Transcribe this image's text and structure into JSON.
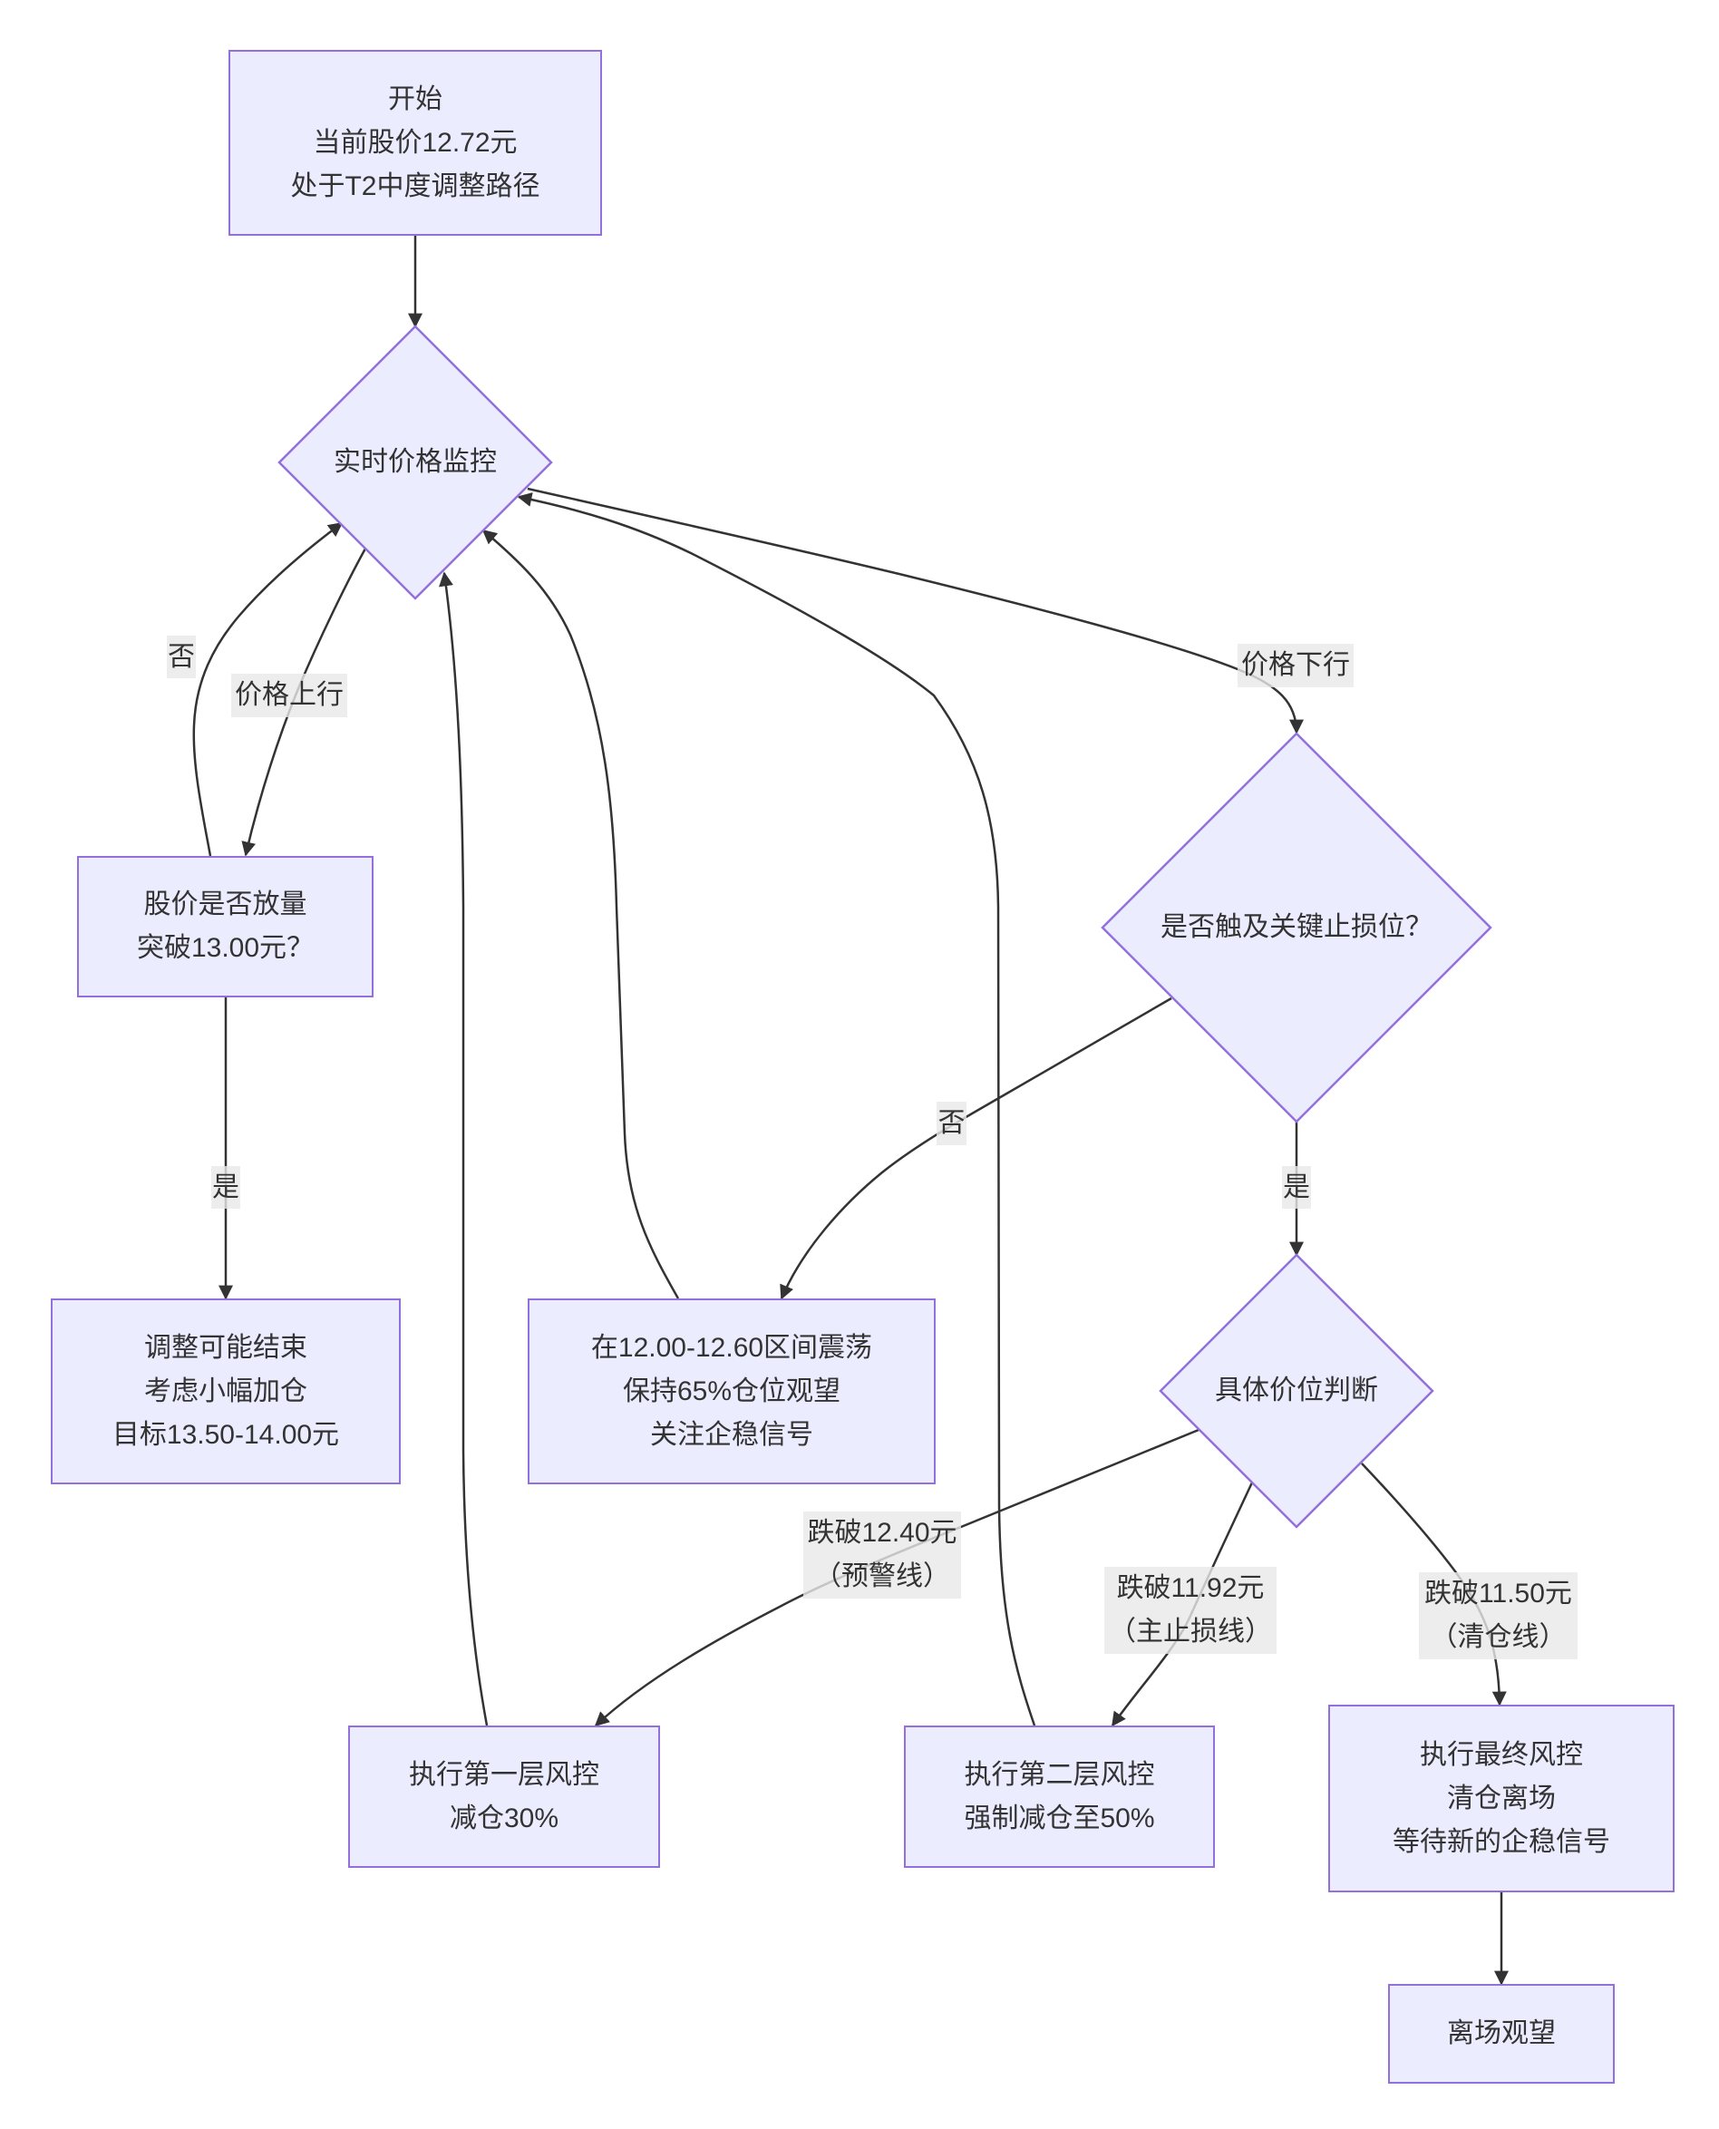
{
  "diagram": {
    "type": "flowchart",
    "nodes": [
      {
        "id": "start",
        "shape": "rect",
        "lines": [
          "开始",
          "当前股价12.72元",
          "处于T2中度调整路径"
        ]
      },
      {
        "id": "monitor",
        "shape": "diamond",
        "lines": [
          "实时价格监控"
        ]
      },
      {
        "id": "breakout_check",
        "shape": "rect",
        "lines": [
          "股价是否放量",
          "突破13.00元？"
        ]
      },
      {
        "id": "adjust_end",
        "shape": "rect",
        "lines": [
          "调整可能结束",
          "考虑小幅加仓",
          "目标13.50-14.00元"
        ]
      },
      {
        "id": "range_hold",
        "shape": "rect",
        "lines": [
          "在12.00-12.60区间震荡",
          "保持65%仓位观望",
          "关注企稳信号"
        ]
      },
      {
        "id": "stoploss_check",
        "shape": "diamond",
        "lines": [
          "是否触及关键止损位？"
        ]
      },
      {
        "id": "level_check",
        "shape": "diamond",
        "lines": [
          "具体价位判断"
        ]
      },
      {
        "id": "risk_level_1",
        "shape": "rect",
        "lines": [
          "执行第一层风控",
          "减仓30%"
        ]
      },
      {
        "id": "risk_level_2",
        "shape": "rect",
        "lines": [
          "执行第二层风控",
          "强制减仓至50%"
        ]
      },
      {
        "id": "risk_final",
        "shape": "rect",
        "lines": [
          "执行最终风控",
          "清仓离场",
          "等待新的企稳信号"
        ]
      },
      {
        "id": "exit_watch",
        "shape": "rect",
        "lines": [
          "离场观望"
        ]
      }
    ],
    "edges": [
      {
        "from": "start",
        "to": "monitor",
        "label": []
      },
      {
        "from": "monitor",
        "to": "breakout_check",
        "label": [
          "价格上行"
        ]
      },
      {
        "from": "monitor",
        "to": "stoploss_check",
        "label": [
          "价格下行"
        ]
      },
      {
        "from": "breakout_check",
        "to": "adjust_end",
        "label": [
          "是"
        ]
      },
      {
        "from": "breakout_check",
        "to": "monitor",
        "label": [
          "否"
        ]
      },
      {
        "from": "stoploss_check",
        "to": "level_check",
        "label": [
          "是"
        ]
      },
      {
        "from": "stoploss_check",
        "to": "range_hold",
        "label": [
          "否"
        ]
      },
      {
        "from": "level_check",
        "to": "risk_level_1",
        "label": [
          "跌破12.40元",
          "（预警线）"
        ]
      },
      {
        "from": "level_check",
        "to": "risk_level_2",
        "label": [
          "跌破11.92元",
          "（主止损线）"
        ]
      },
      {
        "from": "level_check",
        "to": "risk_final",
        "label": [
          "跌破11.50元",
          "（清仓线）"
        ]
      },
      {
        "from": "range_hold",
        "to": "monitor",
        "label": []
      },
      {
        "from": "risk_level_1",
        "to": "monitor",
        "label": []
      },
      {
        "from": "risk_level_2",
        "to": "monitor",
        "label": []
      },
      {
        "from": "risk_final",
        "to": "exit_watch",
        "label": []
      }
    ]
  },
  "theme": {
    "node_fill": "#ECECFF",
    "node_stroke": "#9370DB",
    "text_color": "#333333",
    "edge_color": "#333333",
    "edge_label_bg": "#E8E8E8"
  }
}
